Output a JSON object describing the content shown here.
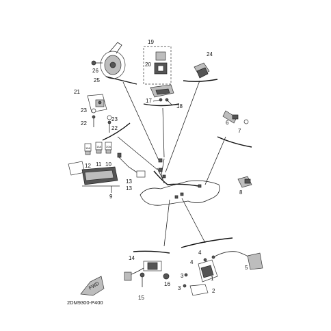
{
  "diagram_code": "2DM9300-P400",
  "fwd_label": "FWD",
  "parts": {
    "p1": "1",
    "p2": "2",
    "p3a": "3",
    "p3b": "3",
    "p4a": "4",
    "p4b": "4",
    "p5": "5",
    "p6": "6",
    "p7": "7",
    "p8": "8",
    "p9": "9",
    "p10": "10",
    "p11": "11",
    "p12": "12",
    "p13a": "13",
    "p13b": "13",
    "p14": "14",
    "p15": "15",
    "p16": "16",
    "p17": "17",
    "p18": "18",
    "p19": "19",
    "p20": "20",
    "p21": "21",
    "p22a": "22",
    "p22b": "22",
    "p23a": "23",
    "p23b": "23",
    "p24": "24",
    "p25": "25",
    "p26": "26"
  },
  "fuse_labels": {
    "f1": "15A",
    "f2": "15A",
    "f3": "20A"
  }
}
